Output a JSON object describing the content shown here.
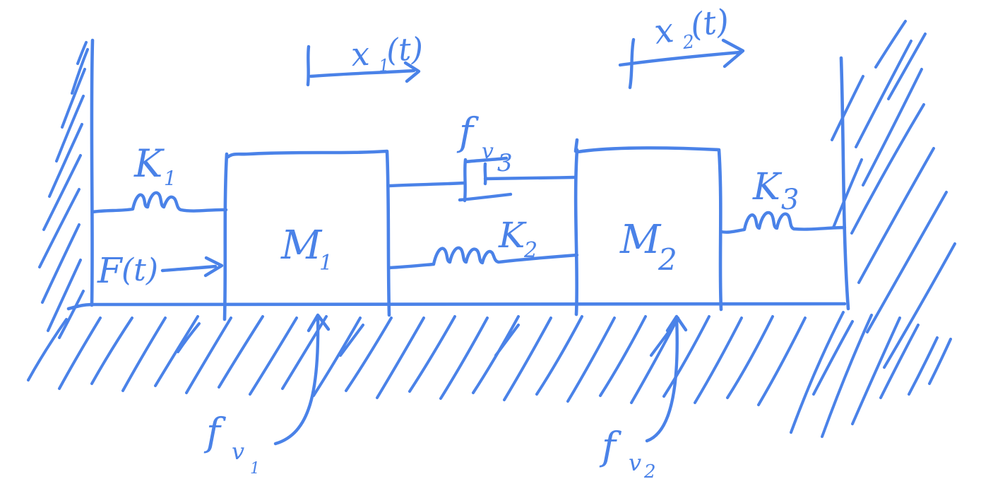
{
  "style": {
    "ink_color": "#4a82e8",
    "background": "#ffffff"
  },
  "labels": {
    "x1": {
      "base": "x",
      "sub": "1",
      "suffix": "(t)"
    },
    "x2": {
      "base": "x",
      "sub": "2",
      "suffix": "(t)"
    },
    "force": {
      "base": "F",
      "suffix": "(t)"
    },
    "k1": {
      "base": "K",
      "sub": "1"
    },
    "k2": {
      "base": "K",
      "sub": "2"
    },
    "k3": {
      "base": "K",
      "sub": "3"
    },
    "m1": {
      "base": "M",
      "sub": "1"
    },
    "m2": {
      "base": "M",
      "sub": "2"
    },
    "fv1": {
      "base": "f",
      "sub": "v",
      "subsub": "1"
    },
    "fv2": {
      "base": "f",
      "sub": "v",
      "subsub": "2"
    },
    "fv3": {
      "base": "f",
      "sub": "v",
      "subsub": "3"
    }
  },
  "elements": [
    {
      "id": "left-wall",
      "kind": "wall",
      "hatched": true
    },
    {
      "id": "right-wall",
      "kind": "wall",
      "hatched": true
    },
    {
      "id": "ground",
      "kind": "ground",
      "hatched": true
    },
    {
      "id": "mass-1",
      "kind": "mass",
      "label": "M1"
    },
    {
      "id": "mass-2",
      "kind": "mass",
      "label": "M2"
    },
    {
      "id": "spring-k1",
      "kind": "spring",
      "label": "K1",
      "connects": [
        "left-wall",
        "mass-1"
      ]
    },
    {
      "id": "spring-k2",
      "kind": "spring",
      "label": "K2",
      "connects": [
        "mass-1",
        "mass-2"
      ]
    },
    {
      "id": "spring-k3",
      "kind": "spring",
      "label": "K3",
      "connects": [
        "mass-2",
        "right-wall"
      ]
    },
    {
      "id": "damper-fv3",
      "kind": "damper",
      "label": "fv3",
      "connects": [
        "mass-1",
        "mass-2"
      ]
    },
    {
      "id": "friction-fv1",
      "kind": "viscous-friction",
      "label": "fv1",
      "acts_on": "mass-1"
    },
    {
      "id": "friction-fv2",
      "kind": "viscous-friction",
      "label": "fv2",
      "acts_on": "mass-2"
    },
    {
      "id": "force-f",
      "kind": "applied-force",
      "label": "F(t)",
      "acts_on": "mass-1",
      "direction": "right"
    },
    {
      "id": "displacement-x1",
      "kind": "reference-displacement",
      "label": "x1(t)",
      "direction": "right"
    },
    {
      "id": "displacement-x2",
      "kind": "reference-displacement",
      "label": "x2(t)",
      "direction": "right"
    }
  ]
}
